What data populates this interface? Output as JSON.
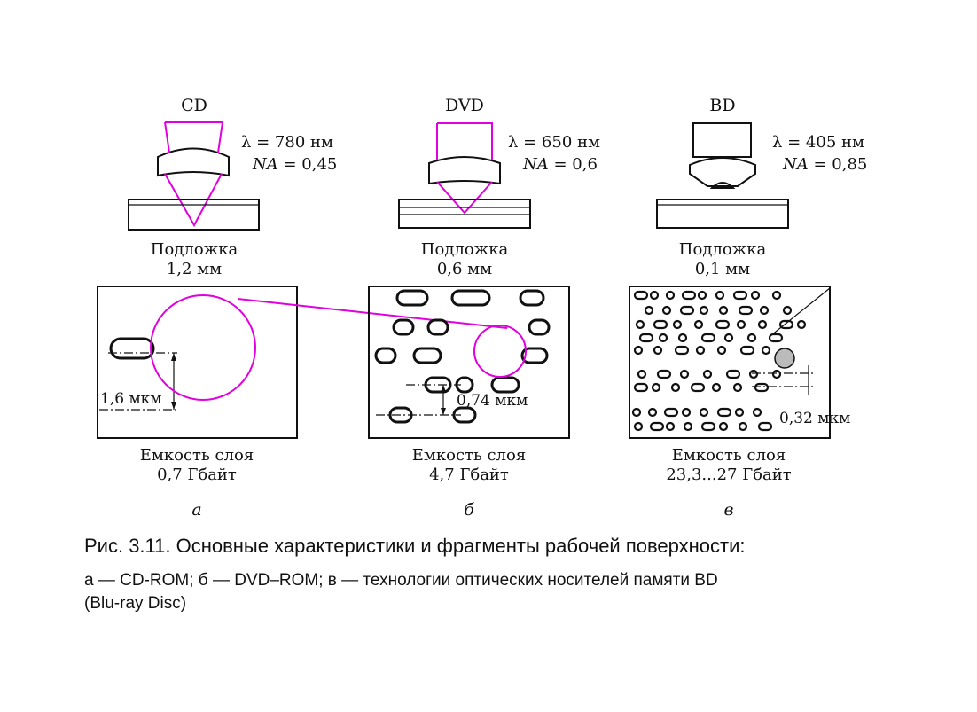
{
  "panels": [
    {
      "id": "cd",
      "title": "CD",
      "wavelength": "λ = 780 нм",
      "na_label": "NA",
      "na_value": " = 0,45",
      "substrate_label": "Подложка",
      "substrate_value": "1,2 мм",
      "pit_dimension": "1,6 мкм",
      "capacity_label": "Емкость слоя",
      "capacity_value": "0,7 Гбайт",
      "letter": "а"
    },
    {
      "id": "dvd",
      "title": "DVD",
      "wavelength": "λ = 650 нм",
      "na_label": "NA",
      "na_value": " = 0,6",
      "substrate_label": "Подложка",
      "substrate_value": "0,6 мм",
      "pit_dimension": "0,74 мкм",
      "capacity_label": "Емкость слоя",
      "capacity_value": "4,7 Гбайт",
      "letter": "б"
    },
    {
      "id": "bd",
      "title": "BD",
      "wavelength": "λ = 405 нм",
      "na_label": "NA",
      "na_value": " = 0,85",
      "substrate_label": "Подложка",
      "substrate_value": "0,1 мм",
      "pit_dimension": "0,32 мкм",
      "capacity_label": "Емкость слоя",
      "capacity_value": "23,3...27 Гбайт",
      "letter": "в"
    }
  ],
  "caption": {
    "line1": "Рис. 3.11. Основные характеристики и фрагменты рабочей поверхности:",
    "line2": "а — CD-ROM; б — DVD–ROM; в — технологии оптических носителей памяти BD",
    "line3": "(Blu-ray Disc)"
  },
  "colors": {
    "beam": "#e000e0",
    "ink": "#111111",
    "spot_fill": "#bbbbbb"
  }
}
